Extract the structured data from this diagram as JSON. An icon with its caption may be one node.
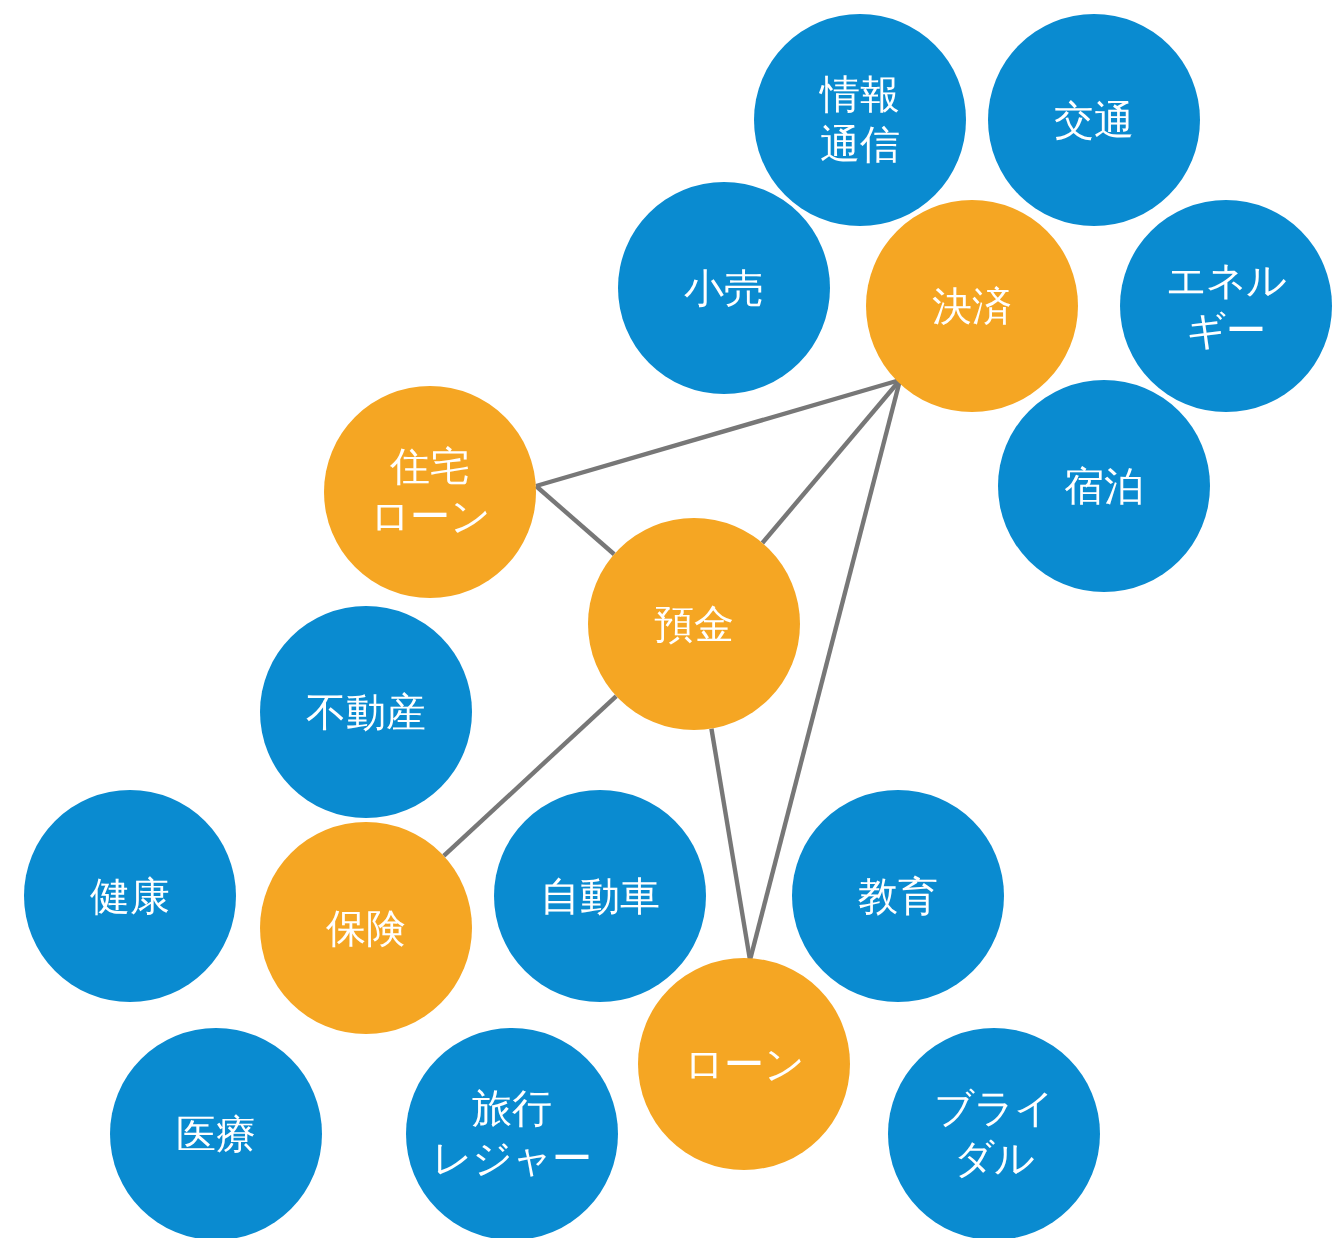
{
  "diagram": {
    "nodes": [
      {
        "text": [
          "情報通信"
        ]
      },
      {
        "text": [
          "交通"
        ]
      },
      {
        "text": [
          "小売"
        ]
      },
      {
        "text": [
          "決済"
        ]
      },
      {
        "text": [
          "エネルギー"
        ]
      },
      {
        "text": [
          "宿泊"
        ]
      },
      {
        "text": [
          "住宅ローン"
        ]
      },
      {
        "text": [
          "預金"
        ]
      },
      {
        "text": [
          "不動産"
        ]
      },
      {
        "text": [
          "健康"
        ]
      },
      {
        "text": [
          "保険"
        ]
      },
      {
        "text": [
          "自動車"
        ]
      },
      {
        "text": [
          "教育"
        ]
      },
      {
        "text": [
          "ローン"
        ]
      },
      {
        "text": [
          "医療"
        ]
      },
      {
        "text": [
          "旅行レジャー"
        ]
      },
      {
        "text": [
          "ブライダル"
        ]
      }
    ],
    "edges": [
      {
        "from": 6,
        "to": 3,
        "arrow": "none"
      },
      {
        "from": 6,
        "to": 7,
        "arrow": "none"
      },
      {
        "from": 7,
        "to": 3,
        "arrow": "none"
      },
      {
        "from": 7,
        "to": 10,
        "arrow": "none"
      },
      {
        "from": 7,
        "to": 13,
        "arrow": "none"
      },
      {
        "from": 3,
        "to": 13,
        "arrow": "none"
      }
    ]
  }
}
